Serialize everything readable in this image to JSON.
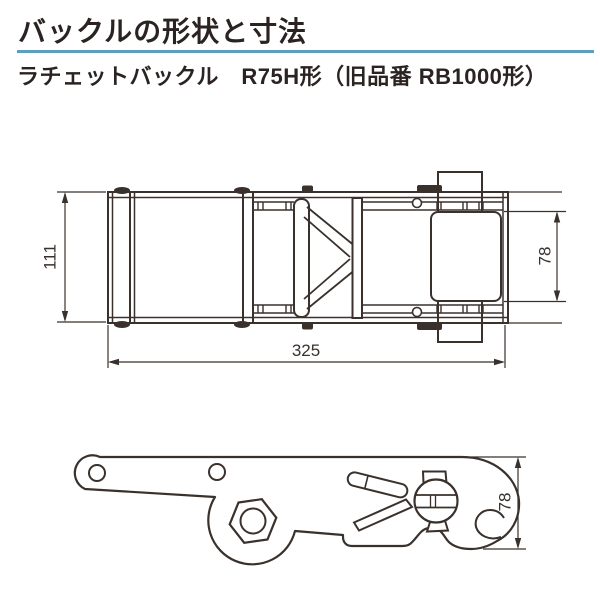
{
  "header": {
    "title": "バックルの形状と寸法",
    "subtitle": "ラチェットバックル　R75H形（旧品番 RB1000形）"
  },
  "colors": {
    "accent_rule": "#5C9FBE",
    "heading_text": "#2A2321",
    "drawing_line": "#3A312C",
    "background": "#FFFFFF"
  },
  "top_view": {
    "dim_overall_height": "111",
    "dim_slot_height": "78",
    "dim_overall_length": "325"
  },
  "side_view": {
    "dim_overall_height": "78"
  }
}
